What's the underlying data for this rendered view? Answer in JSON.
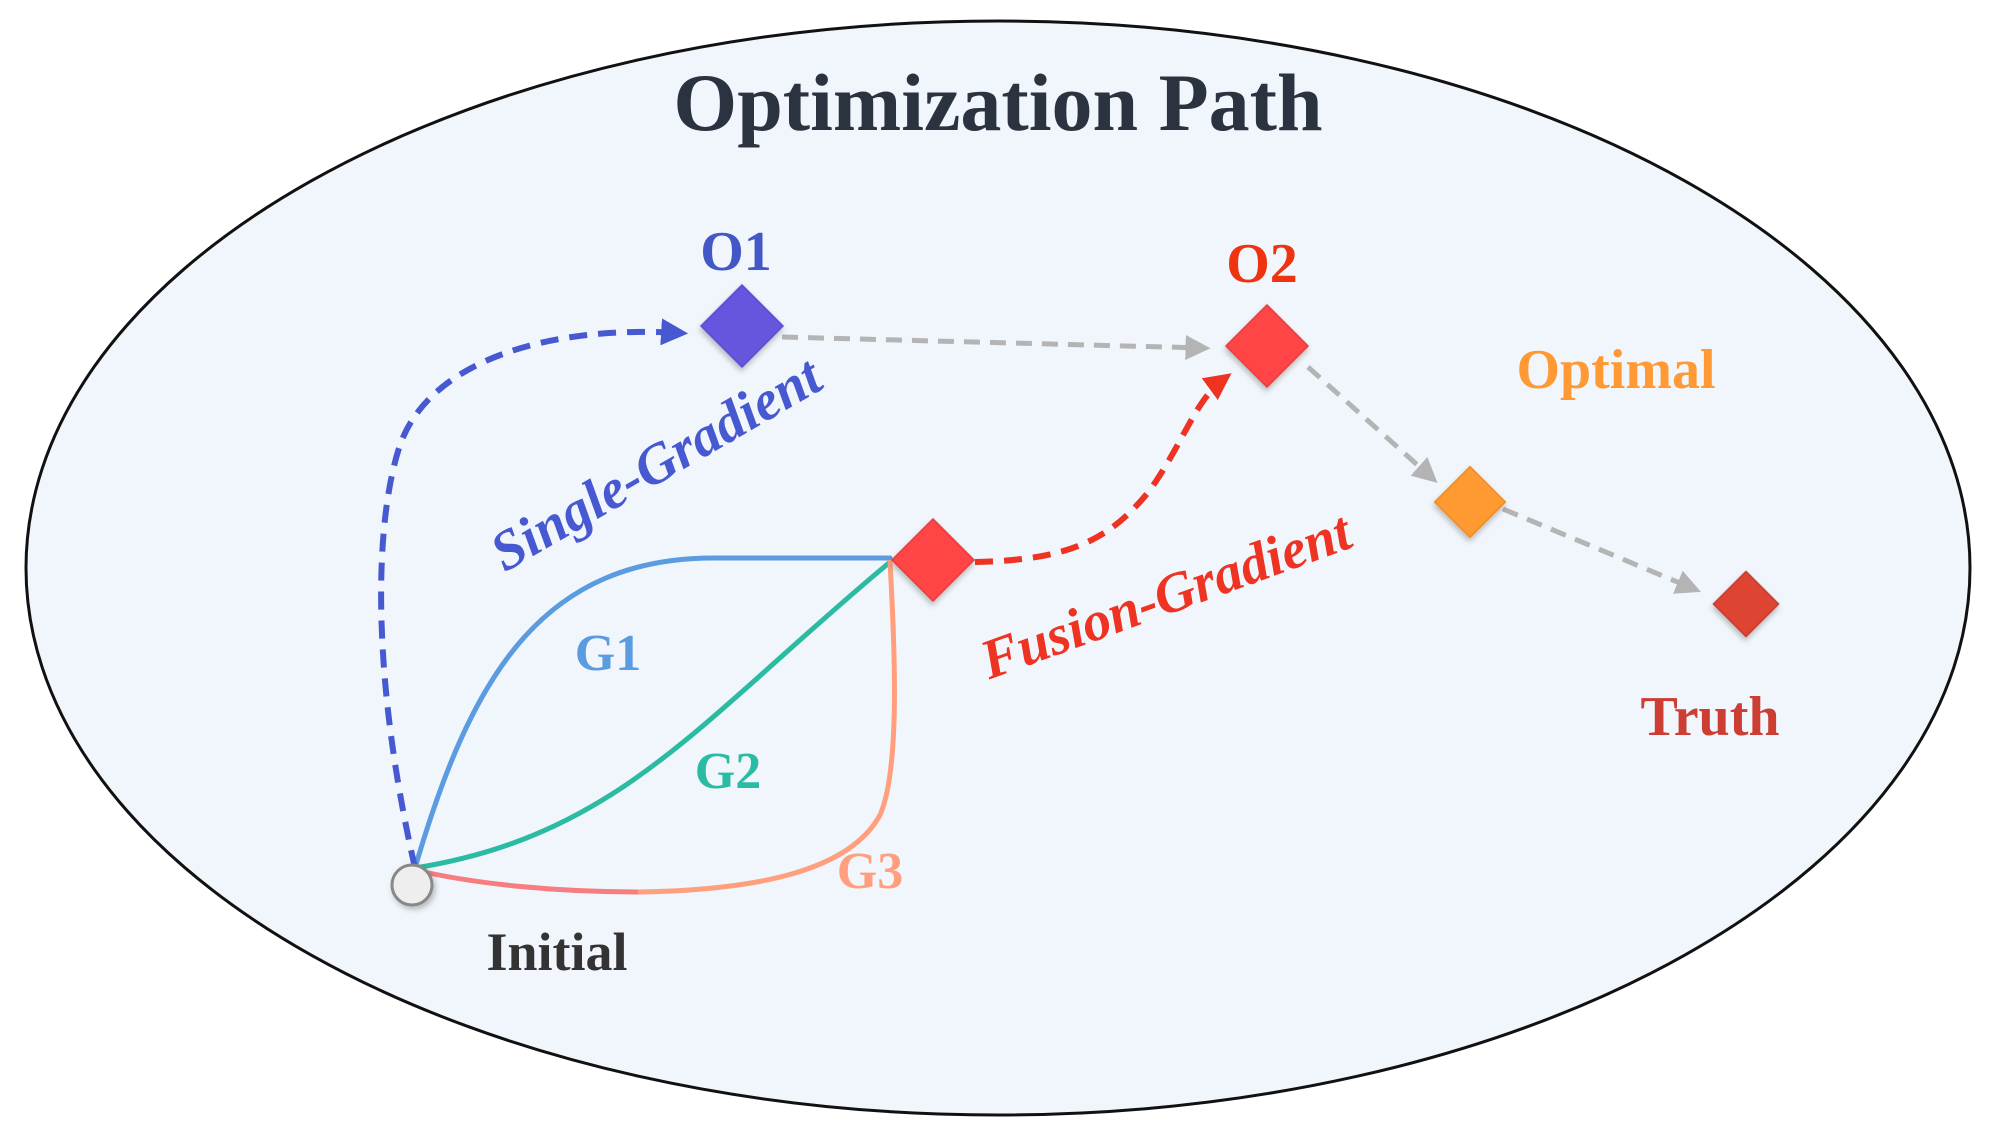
{
  "title": "Optimization Path",
  "colors": {
    "ellipse_fill": "#f1f6fc",
    "ellipse_stroke": "#111111",
    "title": "#2b3340",
    "blue_path": "#4659d1",
    "o1_marker": "#6655dd",
    "o1_label": "#4457c6",
    "red_path": "#ee3322",
    "red_marker": "#ff4444",
    "o2_label": "#ee3311",
    "gray_path": "#b4b4b4",
    "optimal": "#ff9933",
    "truth_marker": "#dd4433",
    "truth_label": "#cc3d33",
    "g1": "#5b9be0",
    "g2": "#2bbba3",
    "g3": "#ff9f7e",
    "initial_fill": "#eeeeee",
    "initial_stroke": "#888888",
    "initial_label": "#333333"
  },
  "labels": {
    "o1": "O1",
    "o2": "O2",
    "optimal": "Optimal",
    "truth": "Truth",
    "initial": "Initial",
    "single_gradient": "Single-Gradient",
    "fusion_gradient": "Fusion-Gradient",
    "g1": "G1",
    "g2": "G2",
    "g3": "G3"
  }
}
